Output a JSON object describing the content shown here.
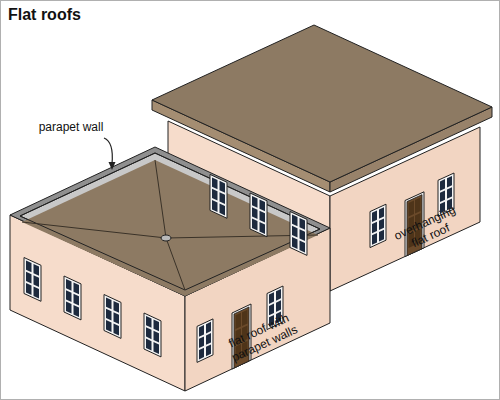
{
  "diagram": {
    "title": "Flat roofs",
    "labels": [
      "parapet wall",
      "flat roof with parapet walls",
      "overhanging flat roof"
    ]
  }
}
